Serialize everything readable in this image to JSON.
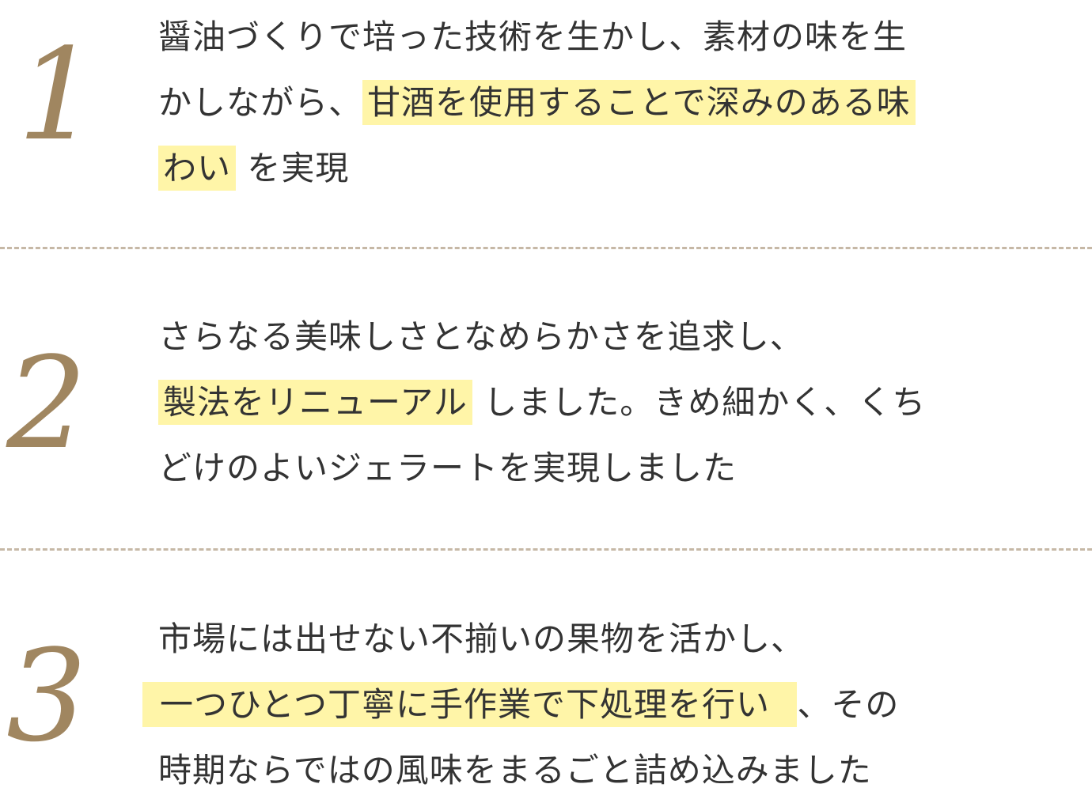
{
  "accent_color": "#a08660",
  "highlight_color": "#fff5a8",
  "divider_color": "#c6b8a6",
  "items": [
    {
      "number": "1",
      "lines": [
        {
          "before": "醤油づくりで培った技術を生かし、素材の味を生",
          "highlight": "",
          "after": ""
        },
        {
          "before": "かしながら、",
          "highlight": "甘酒を使用することで深みのある味",
          "after": ""
        },
        {
          "before": "",
          "highlight": "わい",
          "after": " を実現"
        }
      ]
    },
    {
      "number": "2",
      "lines": [
        {
          "before": "さらなる美味しさとなめらかさを追求し、",
          "highlight": "",
          "after": ""
        },
        {
          "before": "",
          "highlight": "製法をリニューアル",
          "after": " しました。きめ細かく、くち"
        },
        {
          "before": "どけのよいジェラートを実現しました",
          "highlight": "",
          "after": ""
        }
      ]
    },
    {
      "number": "3",
      "lines": [
        {
          "before": "市場には出せない不揃いの果物を活かし、",
          "highlight": "",
          "after": ""
        },
        {
          "before": "",
          "highlight": "一つひとつ丁寧に手作業で下処理を行い ",
          "after": " 、その"
        },
        {
          "before": "時期ならではの風味をまるごと詰め込みました",
          "highlight": "",
          "after": ""
        }
      ]
    }
  ]
}
